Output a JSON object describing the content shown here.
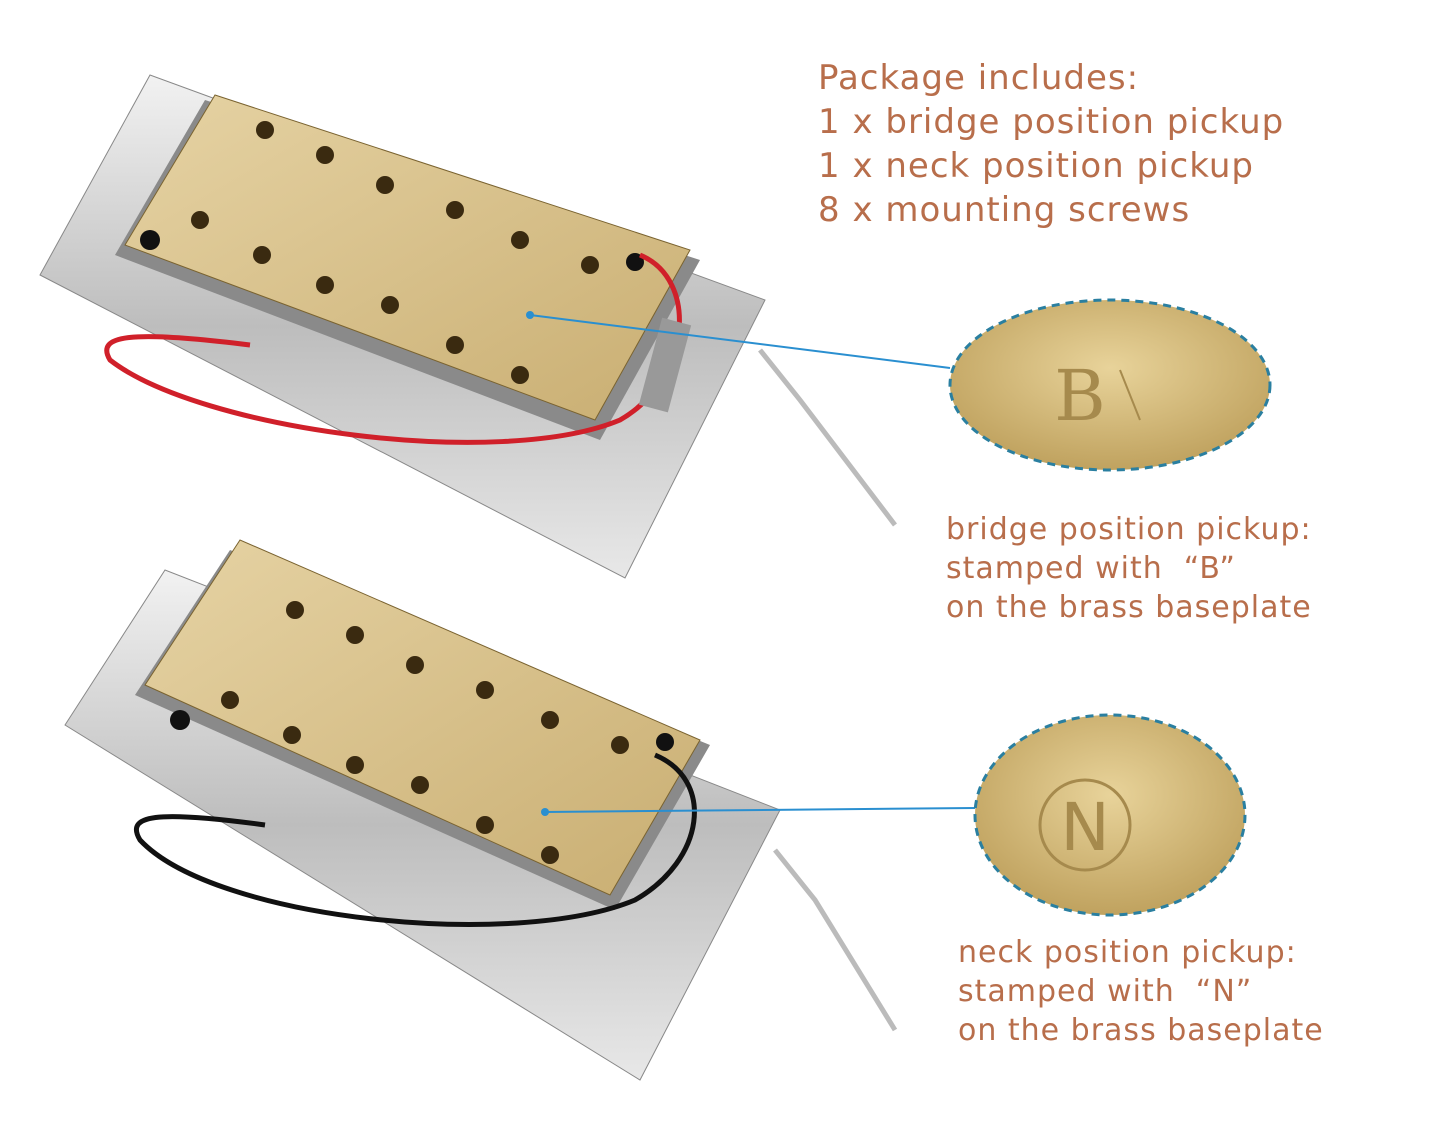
{
  "package": {
    "title": "Package includes:",
    "items": [
      "1 x bridge position pickup",
      "1 x neck position pickup",
      "8 x mounting screws"
    ]
  },
  "bridge_label": {
    "line1": "bridge position pickup:",
    "line2": "stamped with  “B”",
    "line3": "on the brass baseplate",
    "stamp": "B"
  },
  "neck_label": {
    "line1": "neck position pickup:",
    "line2": "stamped with  “N”",
    "line3": "on the brass baseplate",
    "stamp": "N"
  },
  "colors": {
    "text": "#b86e4b",
    "pointer": "#2a8fd0",
    "brass": "#d8c08a",
    "chrome": "#d9d9d9"
  }
}
